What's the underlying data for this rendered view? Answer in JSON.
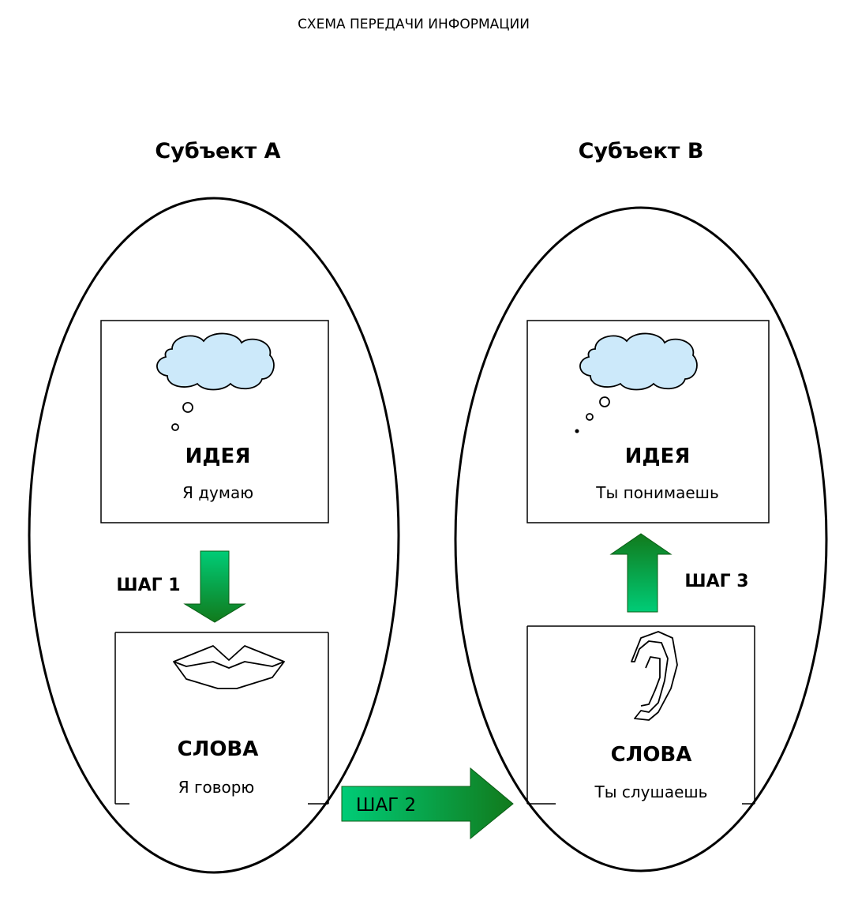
{
  "title": "СХЕМА ПЕРЕДАЧИ ИНФОРМАЦИИ",
  "subject_a": {
    "title": "Субъект А",
    "idea": {
      "title": "ИДЕЯ",
      "caption": "Я думаю"
    },
    "words": {
      "title": "СЛОВА",
      "caption": "Я говорю"
    }
  },
  "subject_b": {
    "title": "Субъект В",
    "idea": {
      "title": "ИДЕЯ",
      "caption": "Ты понимаешь"
    },
    "words": {
      "title": "СЛОВА",
      "caption": "Ты слушаешь"
    }
  },
  "steps": {
    "step1": "ШАГ 1",
    "step2": "ШАГ 2",
    "step3": "ШАГ 3"
  },
  "icons": {
    "thought": "thought-cloud-icon",
    "mouth": "lips-icon",
    "ear": "ear-icon"
  },
  "colors": {
    "cloud_fill": "#cce9fa",
    "arrow_light": "#00cc77",
    "arrow_dark": "#117a1c"
  }
}
